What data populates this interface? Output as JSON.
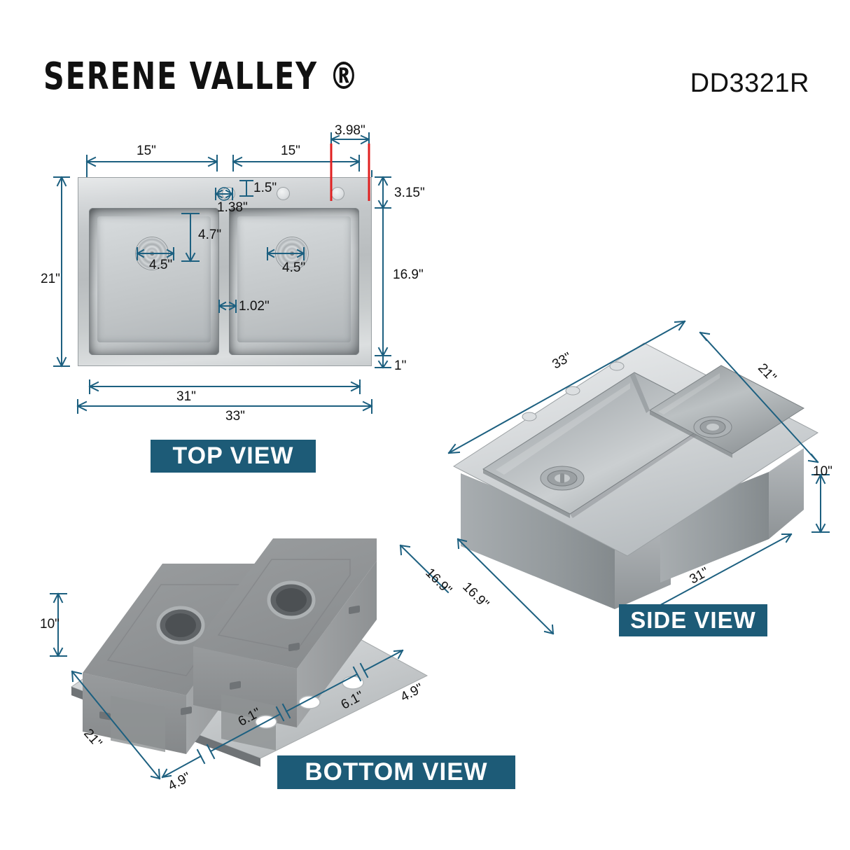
{
  "header": {
    "brand": "SERENE VALLEY ®",
    "model": "DD3321R"
  },
  "views": {
    "top": {
      "banner": "TOP VIEW"
    },
    "side": {
      "banner": "SIDE VIEW"
    },
    "bottom": {
      "banner": "BOTTOM VIEW"
    }
  },
  "dimensions": {
    "top_view": {
      "left_bowl_width": "15\"",
      "right_bowl_width": "15\"",
      "hole_offset_right": "3.98\"",
      "hole_edge_distance": "1.5\"",
      "hole_diameter": "1.38\"",
      "drain_from_bowl_top_left": "4.7\"",
      "drain_diameter_left": "4.5\"",
      "drain_diameter_right": "4.5\"",
      "divider_width": "1.02\"",
      "overall_height": "21\"",
      "deck_back": "3.15\"",
      "bowl_depth_front_to_back": "16.9\"",
      "deck_front": "1\"",
      "bowl_total_width": "31\"",
      "overall_width": "33\""
    },
    "side_view": {
      "overall_width": "33\"",
      "overall_depth": "21\"",
      "bowl_depth": "10\"",
      "bowl_inner_width": "31\"",
      "bowl_inner_depth": "16.9\""
    },
    "bottom_view": {
      "bowl_height": "10\"",
      "overall_depth": "21\"",
      "front_spacing_a": "4.9\"",
      "front_spacing_b": "6.1\"",
      "rear_spacing_a": "6.1\"",
      "rear_spacing_b": "4.9\"",
      "side_depth": "16.9\""
    }
  },
  "colors": {
    "dimension_line": "#1d6080",
    "highlight_line": "#e02020",
    "banner_bg": "#1d5b77",
    "banner_text": "#ffffff",
    "text": "#111111"
  }
}
